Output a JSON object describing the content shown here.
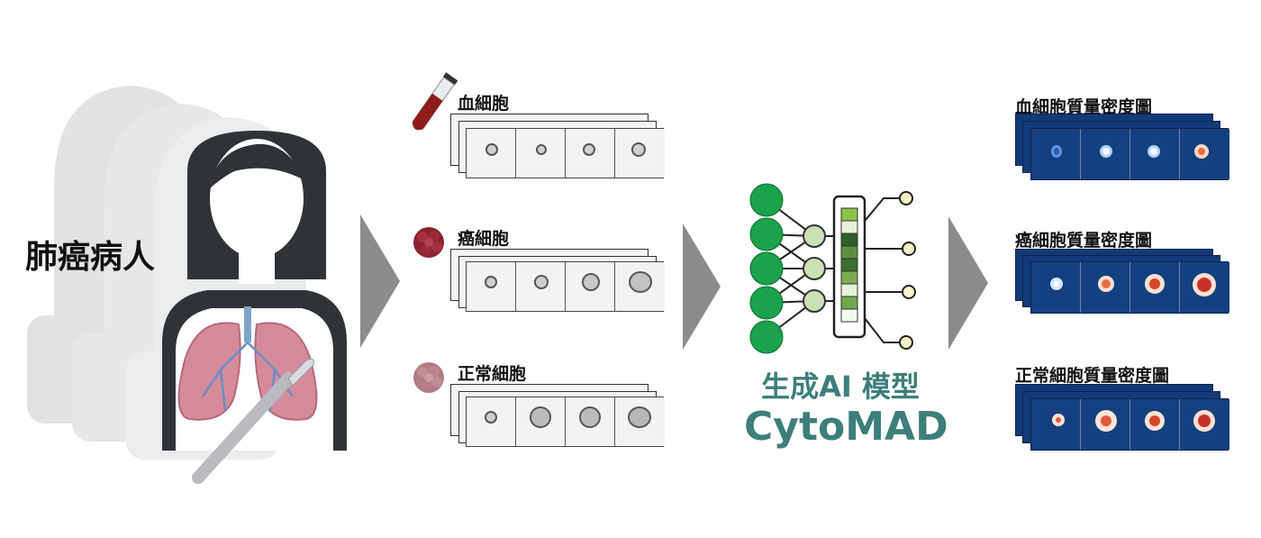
{
  "patient": {
    "label": "肺癌病人"
  },
  "samples": [
    {
      "label": "血細胞",
      "icon": "test-tube-icon"
    },
    {
      "label": "癌細胞",
      "icon": "cancer-cell-icon"
    },
    {
      "label": "正常細胞",
      "icon": "normal-cell-icon"
    }
  ],
  "model": {
    "subtitle": "生成AI 模型",
    "name": "CytoMAD"
  },
  "outputs": [
    {
      "label": "血細胞質量密度圖"
    },
    {
      "label": "癌細胞質量密度圖"
    },
    {
      "label": "正常細胞質量密度圖"
    }
  ],
  "colors": {
    "arrow": "#8c8c8c",
    "node_green": "#1aa34a",
    "node_light": "#c9e2b4",
    "model_text": "#3d7f7a",
    "density_bg": "#123a7a",
    "silhouette": "#2f3337",
    "ghost": "#dedfe0"
  }
}
